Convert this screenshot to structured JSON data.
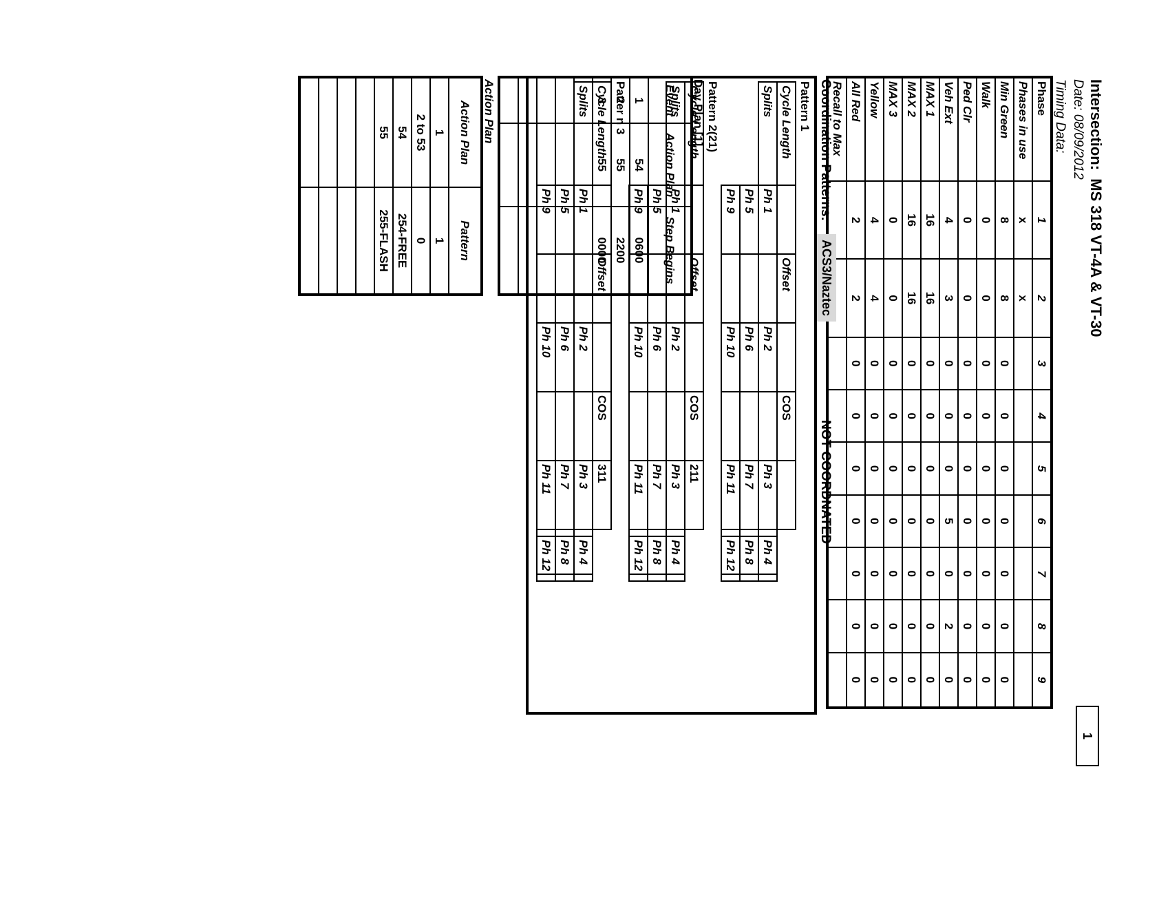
{
  "header": {
    "intersection_label": "Intersection:",
    "intersection_value": "MS 318 VT-4A & VT-30",
    "date": "Date: 08/09/2012",
    "timing_title": "Timing Data:",
    "page_number": "1"
  },
  "timing": {
    "rows": [
      {
        "label": "Phase",
        "values": [
          "1",
          "2",
          "3",
          "4",
          "5",
          "6",
          "7",
          "8",
          "9"
        ]
      },
      {
        "label": "Phases in use",
        "values": [
          "x",
          "x",
          "",
          "",
          "",
          "",
          "",
          "",
          ""
        ]
      },
      {
        "label": "Min Green",
        "values": [
          "8",
          "8",
          "0",
          "0",
          "0",
          "0",
          "0",
          "0",
          "0"
        ]
      },
      {
        "label": "Walk",
        "values": [
          "0",
          "0",
          "0",
          "0",
          "0",
          "0",
          "0",
          "0",
          "0"
        ]
      },
      {
        "label": "Ped Clr",
        "values": [
          "0",
          "0",
          "0",
          "0",
          "0",
          "0",
          "0",
          "0",
          "0"
        ]
      },
      {
        "label": "Veh Ext",
        "values": [
          "4",
          "3",
          "0",
          "0",
          "0",
          "5",
          "0",
          "2",
          "0"
        ]
      },
      {
        "label": "MAX 1",
        "values": [
          "16",
          "16",
          "0",
          "0",
          "0",
          "0",
          "0",
          "0",
          "0"
        ]
      },
      {
        "label": "MAX 2",
        "values": [
          "16",
          "16",
          "0",
          "0",
          "0",
          "0",
          "0",
          "0",
          "0"
        ]
      },
      {
        "label": "MAX 3",
        "values": [
          "0",
          "0",
          "0",
          "0",
          "0",
          "0",
          "0",
          "0",
          "0"
        ]
      },
      {
        "label": "Yellow",
        "values": [
          "4",
          "4",
          "0",
          "0",
          "0",
          "0",
          "0",
          "0",
          "0"
        ]
      },
      {
        "label": "All Red",
        "values": [
          "2",
          "2",
          "0",
          "0",
          "0",
          "0",
          "0",
          "0",
          "0"
        ]
      },
      {
        "label": "Recall to Max",
        "values": [
          "",
          "",
          "",
          "",
          "",
          "",
          "",
          "",
          ""
        ]
      }
    ]
  },
  "coordination": {
    "label": "Coordination Patterns:",
    "system": "ACS3/Naztec",
    "status": "NOT COORDNATED",
    "cycle_length": "Cycle Length",
    "offset": "Offset",
    "cos": "COS",
    "splits": "Splits",
    "phases": [
      "Ph 1",
      "Ph 2",
      "Ph 3",
      "Ph 4",
      "Ph 5",
      "Ph 6",
      "Ph 7",
      "Ph 8",
      "Ph 9",
      "Ph 10",
      "Ph 11",
      "Ph 12"
    ],
    "patterns": [
      {
        "title": "Pattern 1",
        "cos_value": ""
      },
      {
        "title": "Pattern 2(21)",
        "cos_value": "211"
      },
      {
        "title": "Patter n 3",
        "cos_value": "311"
      }
    ]
  },
  "day_plan": {
    "title": "Day Plan [1]",
    "headers": [
      "Event",
      "Action Plan",
      "Step Begins"
    ],
    "rows": [
      [
        "1",
        "54",
        "0600"
      ],
      [
        "2",
        "55",
        "2200"
      ],
      [
        "3",
        "55",
        "0000"
      ]
    ]
  },
  "action_plan": {
    "title": "Action Plan",
    "headers": [
      "Action Plan",
      "Pattern"
    ],
    "rows": [
      [
        "1",
        "1"
      ],
      [
        "2 to 53",
        "0"
      ],
      [
        "54",
        "254-FREE"
      ],
      [
        "55",
        "255-FLASH"
      ]
    ]
  }
}
